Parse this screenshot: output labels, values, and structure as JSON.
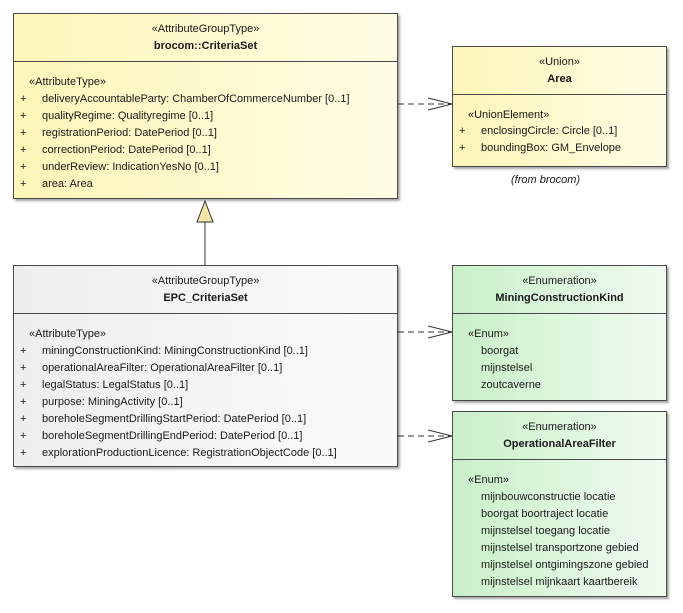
{
  "criteria_set": {
    "stereotype": "«AttributeGroupType»",
    "name": "brocom::CriteriaSet",
    "section_stereotype": "«AttributeType»",
    "attributes": [
      {
        "vis": "+",
        "text": "deliveryAccountableParty: ChamberOfCommerceNumber [0..1]"
      },
      {
        "vis": "+",
        "text": "qualityRegime: Qualityregime [0..1]"
      },
      {
        "vis": "+",
        "text": "registrationPeriod: DatePeriod [0..1]"
      },
      {
        "vis": "+",
        "text": "correctionPeriod: DatePeriod [0..1]"
      },
      {
        "vis": "+",
        "text": "underReview: IndicationYesNo [0..1]"
      },
      {
        "vis": "+",
        "text": "area: Area"
      }
    ]
  },
  "area": {
    "stereotype": "«Union»",
    "name": "Area",
    "section_stereotype": "«UnionElement»",
    "attributes": [
      {
        "vis": "+",
        "text": "enclosingCircle: Circle [0..1]"
      },
      {
        "vis": "+",
        "text": "boundingBox: GM_Envelope"
      }
    ],
    "note": "(from brocom)"
  },
  "epc_criteria_set": {
    "stereotype": "«AttributeGroupType»",
    "name": "EPC_CriteriaSet",
    "section_stereotype": "«AttributeType»",
    "attributes": [
      {
        "vis": "+",
        "text": "miningConstructionKind: MiningConstructionKind [0..1]"
      },
      {
        "vis": "+",
        "text": "operationalAreaFilter: OperationalAreaFilter [0..1]"
      },
      {
        "vis": "+",
        "text": "legalStatus: LegalStatus [0..1]"
      },
      {
        "vis": "+",
        "text": "purpose: MiningActivity [0..1]"
      },
      {
        "vis": "+",
        "text": "boreholeSegmentDrillingStartPeriod: DatePeriod [0..1]"
      },
      {
        "vis": "+",
        "text": "boreholeSegmentDrillingEndPeriod: DatePeriod [0..1]"
      },
      {
        "vis": "+",
        "text": "explorationProductionLicence: RegistrationObjectCode [0..1]"
      }
    ]
  },
  "mining_construction_kind": {
    "stereotype": "«Enumeration»",
    "name": "MiningConstructionKind",
    "section_stereotype": "«Enum»",
    "literals": [
      "boorgat",
      "mijnstelsel",
      "zoutcaverne"
    ]
  },
  "operational_area_filter": {
    "stereotype": "«Enumeration»",
    "name": "OperationalAreaFilter",
    "section_stereotype": "«Enum»",
    "literals": [
      "mijnbouwconstructie locatie",
      "boorgat boortraject locatie",
      "mijnstelsel toegang locatie",
      "mijnstelsel transportzone gebied",
      "mijnstelsel ontgimingszone gebied",
      "mijnstelsel mijnkaart kaartbereik"
    ]
  },
  "colors": {
    "yellow_fill": "#fdf6b9",
    "gray_fill": "#eeeeee",
    "green_fill": "#c9f0c9",
    "border": "#4a4a4a",
    "generalization_arrow": "#f5e6a8"
  }
}
